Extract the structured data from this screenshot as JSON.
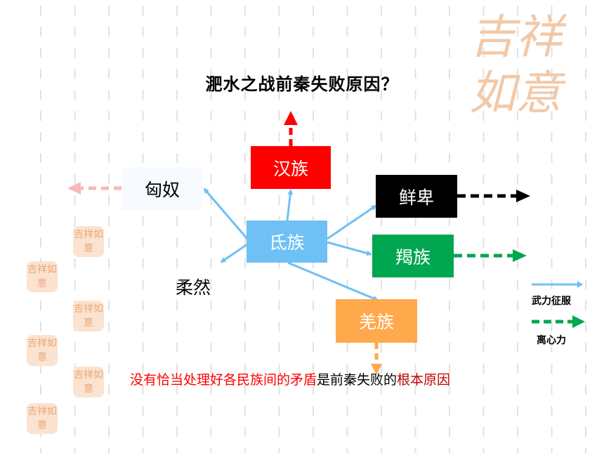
{
  "title": "淝水之战前秦失败原因？",
  "nodes": {
    "han": {
      "label": "汉族",
      "color": "#ff0000"
    },
    "xiongnu": {
      "label": "匈奴",
      "color": "#f7fbff"
    },
    "xianbei": {
      "label": "鲜卑",
      "color": "#000000"
    },
    "di": {
      "label": "氐族",
      "color": "#6ec0f5"
    },
    "jie": {
      "label": "羯族",
      "color": "#00a650"
    },
    "rouran": {
      "label": "柔然"
    },
    "qiang": {
      "label": "羌族",
      "color": "#ffa94d"
    }
  },
  "legend": {
    "conquest": {
      "label": "武力征服",
      "color": "#6ec0f5",
      "icon": "solid-arrow-icon"
    },
    "centrifugal": {
      "label": "离心力",
      "color": "#00a650",
      "icon": "dashed-arrow-icon"
    }
  },
  "conclusion": {
    "part1": "没有恰当处理好各民族间的矛盾",
    "part2": "是前秦失败的",
    "part3": "根本原因"
  },
  "decor": {
    "logo_text": "吉祥如意",
    "seal_text": "吉祥如意"
  }
}
